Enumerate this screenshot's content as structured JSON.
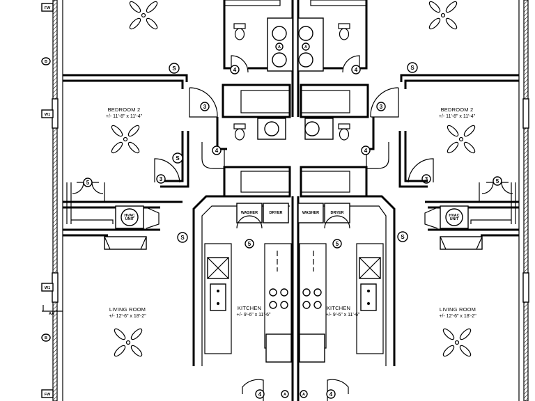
{
  "rooms": {
    "bedroom_left": {
      "name": "BEDROOM 2",
      "dim": "+/- 11'-8\" x 11'-4\""
    },
    "bedroom_right": {
      "name": "BEDROOM 2",
      "dim": "+/- 11'-8\" x 11'-4\""
    },
    "living_left": {
      "name": "LIVING ROOM",
      "dim": "+/- 12'-6\" x 18'-2\""
    },
    "living_right": {
      "name": "LIVING ROOM",
      "dim": "+/- 12'-6\" x 18'-2\""
    },
    "kitchen_left": {
      "name": "KITCHEN",
      "dim": "+/- 9'-6\" x 11'-6\""
    },
    "kitchen_right": {
      "name": "KITCHEN",
      "dim": "+/- 9'-6\" x 11'-6\""
    }
  },
  "appliances": {
    "washer": "WASHER",
    "dryer": "DRYER",
    "hvac": "HVAC\nUNIT"
  },
  "wall_tags": {
    "fw": "FW",
    "w1": "W1",
    "aa": "AA",
    "b": "B"
  },
  "door_tags": {
    "three": "3",
    "four": "4",
    "five": "5",
    "smoke": "S",
    "access": "A"
  }
}
